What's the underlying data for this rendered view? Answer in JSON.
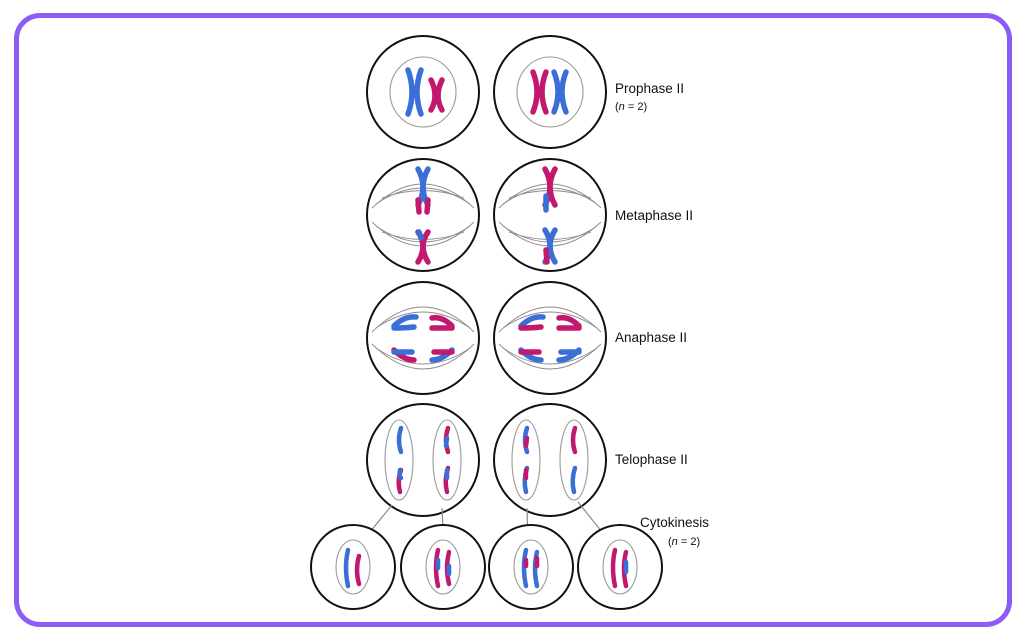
{
  "stages": [
    {
      "key": "prophase",
      "label": "Prophase II",
      "sub_italic": "n",
      "sub_rest": " = 2)",
      "sub_open": "("
    },
    {
      "key": "metaphase",
      "label": "Metaphase II"
    },
    {
      "key": "anaphase",
      "label": "Anaphase II"
    },
    {
      "key": "telophase",
      "label": "Telophase II"
    },
    {
      "key": "cytokinesis",
      "label": "Cytokinesis",
      "sub_italic": "n",
      "sub_rest": " = 2)",
      "sub_open": "("
    }
  ],
  "colors": {
    "frame": "#8b5cf6",
    "chromosome_blue": "#3b6fd8",
    "chromosome_magenta": "#c2196e",
    "cell_outline": "#111111",
    "spindle": "#8c8c8c"
  }
}
